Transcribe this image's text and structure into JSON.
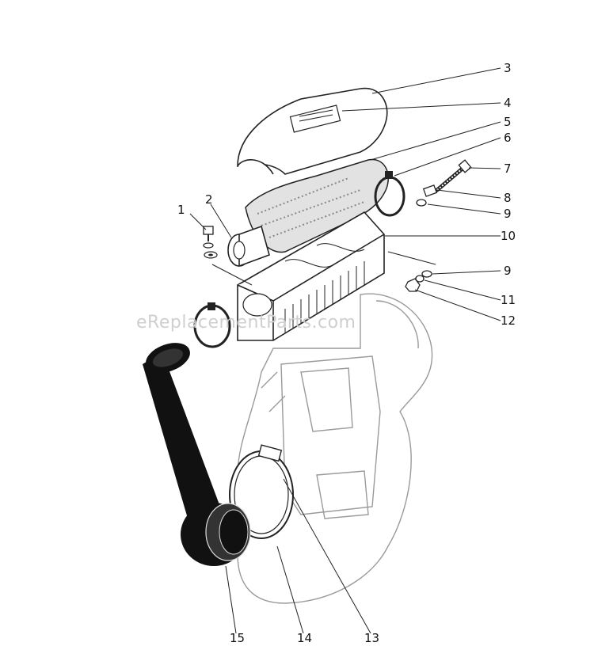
{
  "watermark": "eReplacementParts.com",
  "callouts": [
    "1",
    "2",
    "3",
    "4",
    "5",
    "6",
    "7",
    "8",
    "9",
    "9",
    "10",
    "11",
    "12",
    "13",
    "14",
    "15"
  ],
  "colors": {
    "ink": "#111111",
    "ghost": "#9a9a9a",
    "watermark": "#cfcfcf"
  }
}
